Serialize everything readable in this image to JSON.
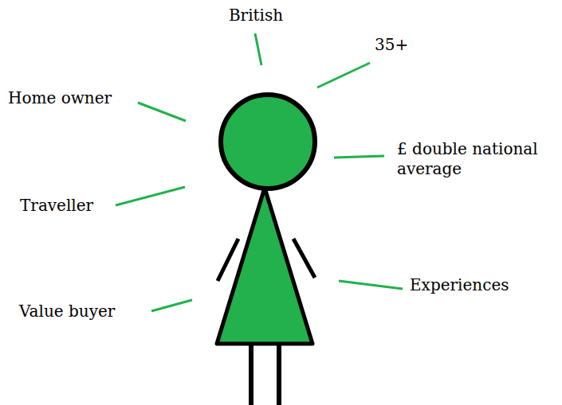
{
  "diagram": {
    "labels": [
      "British",
      "35+",
      "Home owner",
      "£ double national average",
      "Traveller",
      "Experiences",
      "Value buyer"
    ]
  }
}
